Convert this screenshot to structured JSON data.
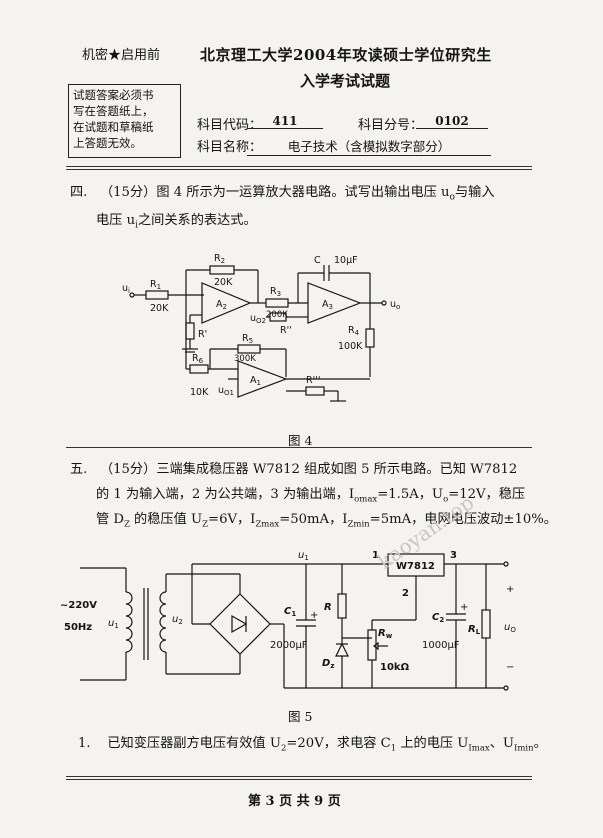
{
  "header": {
    "secret_label": "机密★启用前",
    "university_title": "北京理工大学2004年攻读硕士学位研究生",
    "exam_title": "入学考试试题",
    "notice_lines": [
      "试题答案必须书",
      "写在答题纸上，",
      "在试题和草稿纸",
      "上答题无效。"
    ],
    "subject_code_label": "科目代码：",
    "subject_code": "411",
    "subject_sub_code_label": "科目分号：",
    "subject_sub_code": "0102",
    "subject_name_label": "科目名称：",
    "subject_name": "电子技术（含模拟数字部分）"
  },
  "question4": {
    "number": "四.",
    "points": "（15分）",
    "text_line1": "图 4 所示为一运算放大器电路。试写出输出电压 u",
    "sub_o": "o",
    "text_line1_tail": "与输入",
    "text_line2_head": "电压 u",
    "sub_i": "i",
    "text_line2_tail": "之间关系的表达式。",
    "figure_caption": "图 4",
    "labels": {
      "ui": "u",
      "ui_sub": "i",
      "r1": "R",
      "r1_sub": "1",
      "r1_val": "20K",
      "r2": "R",
      "r2_sub": "2",
      "r2_val": "20K",
      "a2": "A",
      "a2_sub": "2",
      "uo2": "u",
      "uo2_sub": "O2",
      "r_prime": "R'",
      "r3": "R",
      "r3_sub": "3",
      "r3_val": "200K",
      "r_dprime": "R''",
      "c": "C",
      "c_val": "10μF",
      "a3": "A",
      "a3_sub": "3",
      "uo": "u",
      "uo_sub": "o",
      "r4": "R",
      "r4_sub": "4",
      "r4_val": "100K",
      "r5": "R",
      "r5_sub": "5",
      "r5_val": "300K",
      "r6": "R",
      "r6_sub": "6",
      "r6_val": "10K",
      "a1": "A",
      "a1_sub": "1",
      "uo1": "u",
      "uo1_sub": "O1",
      "r_tprime": "R'''"
    }
  },
  "question5": {
    "number": "五.",
    "points": "（15分）",
    "line1": "三端集成稳压器 W7812 组成如图 5 所示电路。已知 W7812",
    "line2": "的 1 为输入端，2 为公共端，3 为输出端，I",
    "line2_sub": "omax",
    "line2_tail": "=1.5A，U",
    "line2_sub2": "o",
    "line2_tail2": "=12V，稳压",
    "line3": "管 D",
    "line3_sub": "Z",
    "line3_b": " 的稳压值 U",
    "line3_sub2": "Z",
    "line3_c": "=6V，I",
    "line3_sub3": "Zmax",
    "line3_d": "=50mA，I",
    "line3_sub4": "Zmin",
    "line3_e": "=5mA，电网电压波动±10%。",
    "figure_caption": "图 5",
    "labels": {
      "source_v": "~220V",
      "source_f": "50Hz",
      "u1": "u",
      "u1_sub": "1",
      "u2": "u",
      "u2_sub": "2",
      "top_u1": "u",
      "top_u1_sub": "1",
      "c1": "C",
      "c1_sub": "1",
      "c1_val": "2000μF",
      "r": "R",
      "dz": "D",
      "dz_sub": "z",
      "rw": "R",
      "rw_sub": "w",
      "rw_val": "10kΩ",
      "ic": "W7812",
      "pin1": "1",
      "pin2": "2",
      "pin3": "3",
      "c2": "C",
      "c2_sub": "2",
      "c2_val": "1000μF",
      "rl": "R",
      "rl_sub": "L",
      "uo": "u",
      "uo_sub": "O",
      "plus": "+",
      "minus": "−"
    },
    "sub1_number": "1.",
    "sub1_text": "已知变压器副方电压有效值 U",
    "sub1_sub": "2",
    "sub1_text2": "=20V，求电容 C",
    "sub1_sub2": "1",
    "sub1_text3": " 上的电压 U",
    "sub1_sub3": "Imax",
    "sub1_text4": "、U",
    "sub1_sub4": "Imin",
    "sub1_text5": "。"
  },
  "footer": {
    "page_label": "第 3 页 共 9 页"
  },
  "watermark": {
    "text": "kaoyan.top"
  }
}
